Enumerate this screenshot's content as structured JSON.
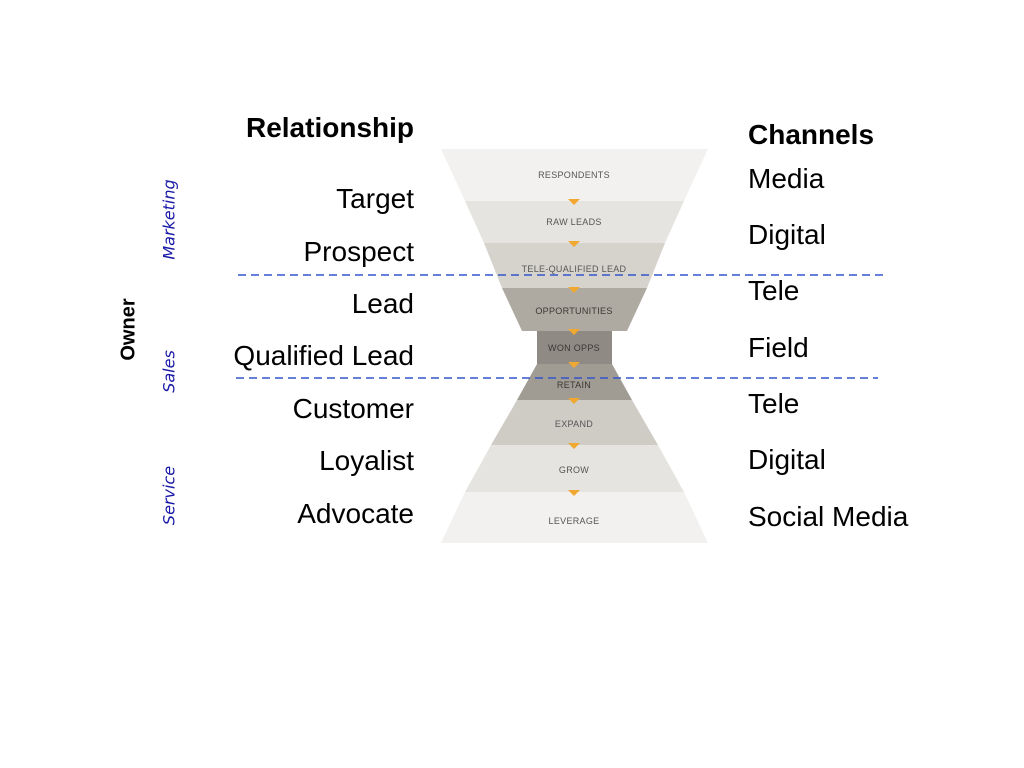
{
  "headers": {
    "relationship": "Relationship",
    "channels": "Channels"
  },
  "relationship_items": [
    "Target",
    "Prospect",
    "Lead",
    "Qualified Lead",
    "Customer",
    "Loyalist",
    "Advocate"
  ],
  "channel_items": [
    "Media",
    "Digital",
    "Tele",
    "Field",
    "Tele",
    "Digital",
    "Social Media"
  ],
  "owner": {
    "label": "Owner",
    "stages": [
      "Marketing",
      "Sales",
      "Service"
    ]
  },
  "funnel": {
    "stages": [
      "RESPONDENTS",
      "RAW LEADS",
      "TELE-QUALIFIED LEAD",
      "OPPORTUNITIES",
      "WON OPPS",
      "RETAIN",
      "EXPAND",
      "GROW",
      "LEVERAGE"
    ]
  },
  "colors": {
    "owner_stage_text": "#1a1aa8",
    "divider_line": "#3355cc",
    "arrow": "#f0a830"
  }
}
